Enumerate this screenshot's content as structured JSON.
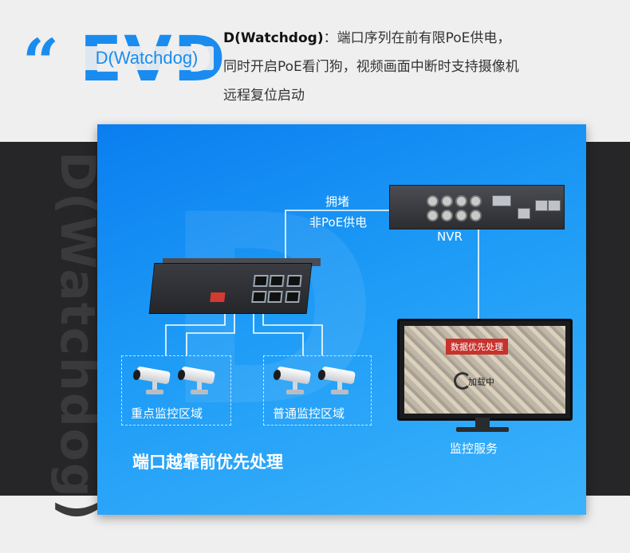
{
  "header": {
    "quote_mark": "“",
    "logo_ghost": "EVD",
    "logo_label": "D(Watchdog)",
    "title": "D(Watchdog)",
    "desc_line1": "：端口序列在前有限PoE供电，",
    "desc_line2": "同时开启PoE看门狗，视频画面中断时支持摄像机",
    "desc_line3": "远程复位启动"
  },
  "side_word": "D(Watchdog)",
  "diagram": {
    "ghost_letter": "D",
    "congestion_label": "拥堵",
    "non_poe_label": "非PoE供电",
    "nvr_label": "NVR",
    "zone_key_label": "重点监控区域",
    "zone_normal_label": "普通监控区域",
    "priority_caption": "端口越靠前优先处理",
    "monitor_label": "监控服务",
    "screen_priority_badge": "数据优先处理",
    "screen_loading_text": "加载中"
  },
  "colors": {
    "accent": "#1a8cf0",
    "panel_blue": "#1d9bf6",
    "dark_band": "#262628",
    "alert_red": "#c8312c"
  },
  "icons": {
    "switch": "poe-switch-icon",
    "nvr": "nvr-recorder-icon",
    "camera": "bullet-camera-icon",
    "monitor": "monitor-icon",
    "loading": "spinner-icon"
  }
}
